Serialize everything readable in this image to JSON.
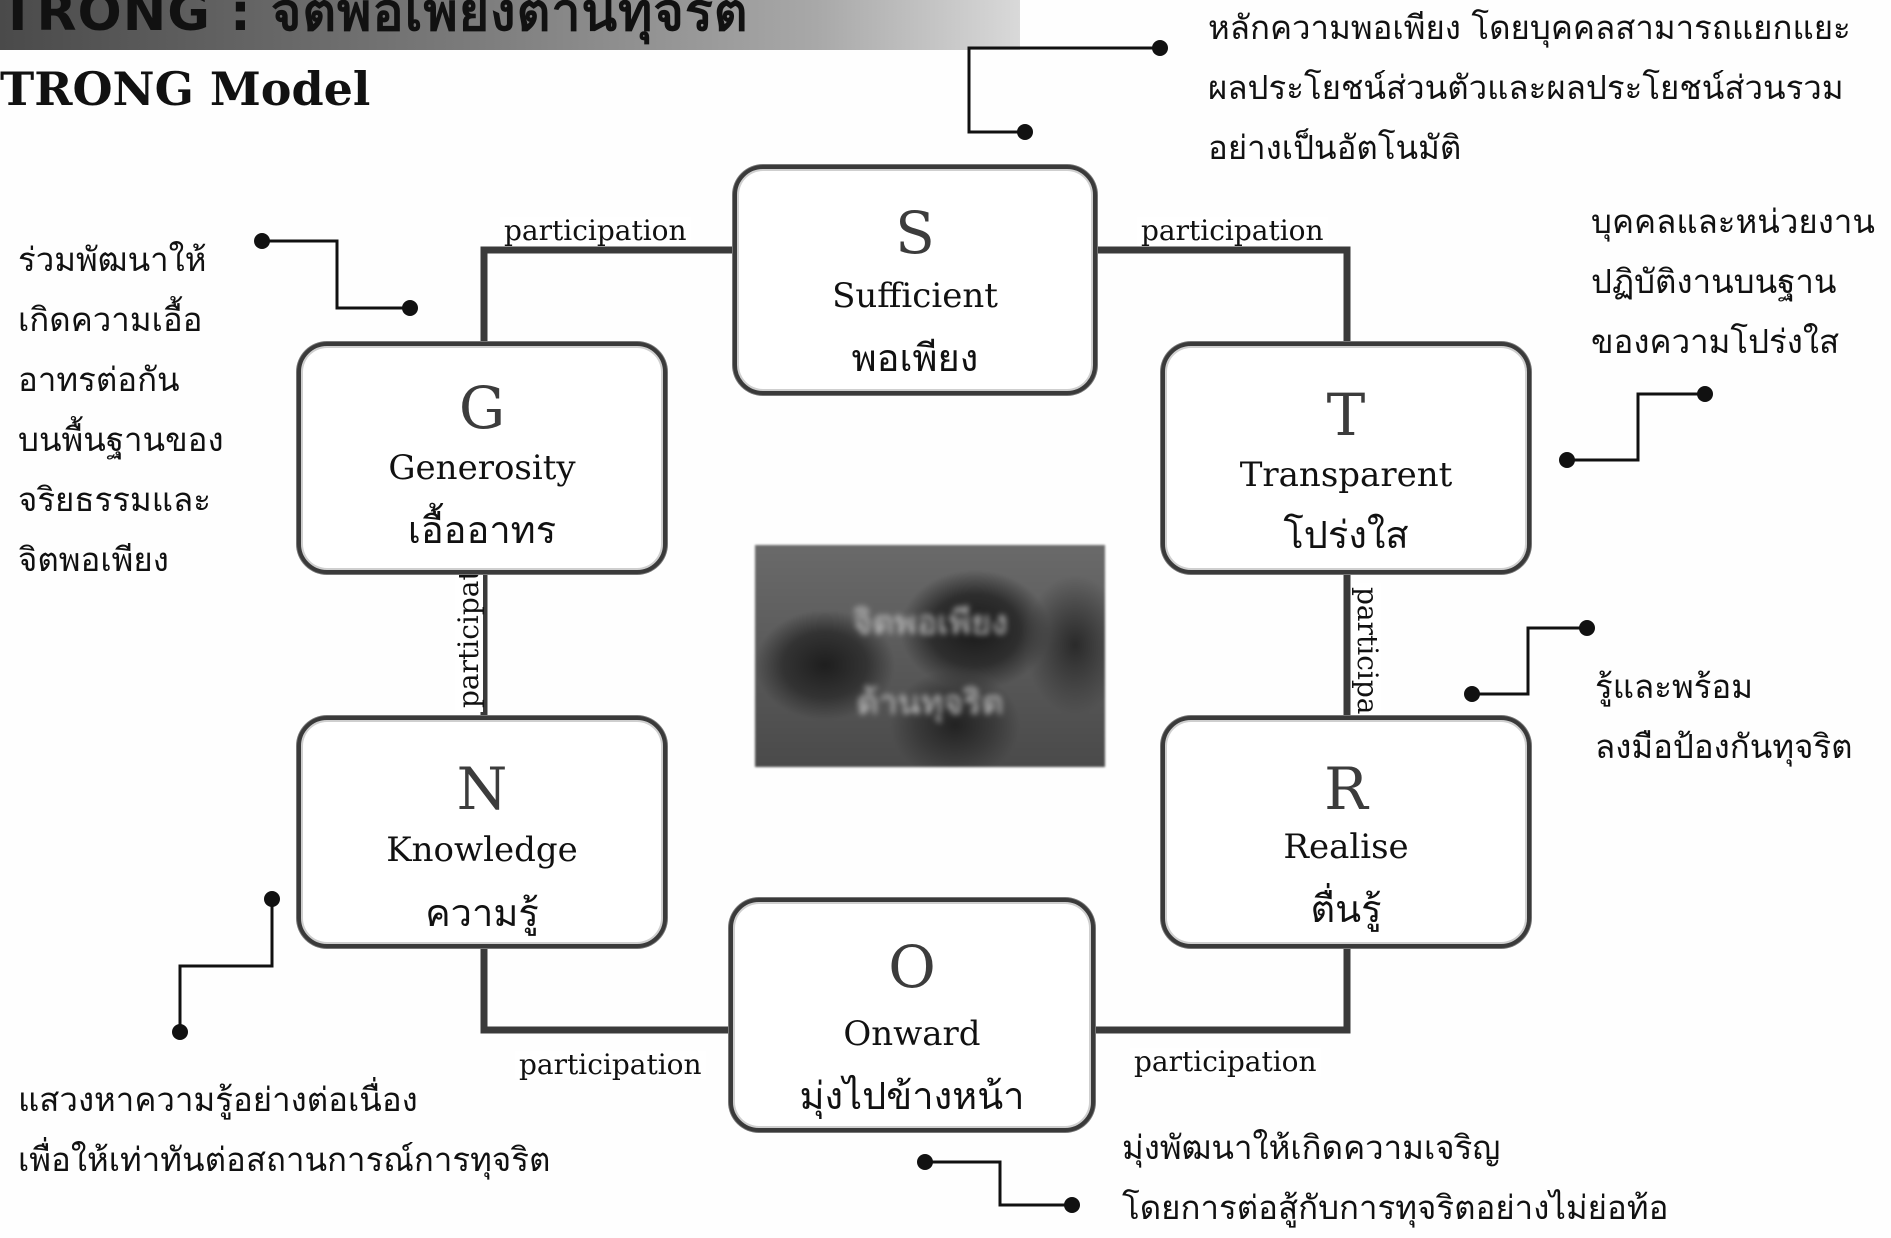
{
  "header": {
    "banner_title": "TRONG : จิตพอเพียงต้านทุจริต",
    "model_title": "TRONG  Model"
  },
  "center_image": {
    "line1": "จิตพอเพียง",
    "line2": "ต้านทุจริต"
  },
  "boxes": {
    "s": {
      "letter": "S",
      "english": "Sufficient",
      "thai": "พอเพียง"
    },
    "g": {
      "letter": "G",
      "english": "Generosity",
      "thai": "เอื้ออาทร"
    },
    "t": {
      "letter": "T",
      "english": "Transparent",
      "thai": "โปร่งใส"
    },
    "n": {
      "letter": "N",
      "english": "Knowledge",
      "thai": "ความรู้"
    },
    "r": {
      "letter": "R",
      "english": "Realise",
      "thai": "ตื่นรู้"
    },
    "o": {
      "letter": "O",
      "english": "Onward",
      "thai": "มุ่งไปข้างหน้า"
    }
  },
  "connector_label": "participation",
  "notes": {
    "s": [
      "หลักความพอเพียง โดยบุคคลสามารถแยกแยะ",
      "ผลประโยชน์ส่วนตัวและผลประโยชน์ส่วนรวม",
      "อย่างเป็นอัตโนมัติ"
    ],
    "g": [
      "ร่วมพัฒนาให้",
      "เกิดความเอื้อ",
      "อาทรต่อกัน",
      "บนพื้นฐานของ",
      "จริยธรรมและ",
      "จิตพอเพียง"
    ],
    "t": [
      "บุคคลและหน่วยงาน",
      "ปฏิบัติงานบนฐาน",
      "ของความโปร่งใส"
    ],
    "r": [
      "รู้และพร้อม",
      "ลงมือป้องกันทุจริต"
    ],
    "n": [
      "แสวงหาความรู้อย่างต่อเนื่อง",
      "เพื่อให้เท่าทันต่อสถานการณ์การทุจริต"
    ],
    "o": [
      "มุ่งพัฒนาให้เกิดความเจริญ",
      "โดยการต่อสู้กับการทุจริตอย่างไม่ย่อท้อ"
    ]
  },
  "colors": {
    "line": "#3a3a3a",
    "box_border": "#3a3a3a",
    "text": "#111111",
    "banner_dark": "#4a4a4a",
    "banner_light": "#d9d9d9"
  }
}
